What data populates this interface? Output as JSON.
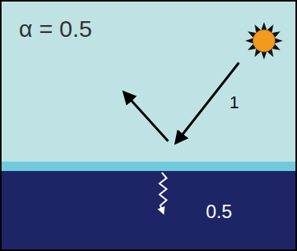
{
  "diagram": {
    "labels": [
      "α = 0.5",
      "1",
      "0.5"
    ]
  }
}
